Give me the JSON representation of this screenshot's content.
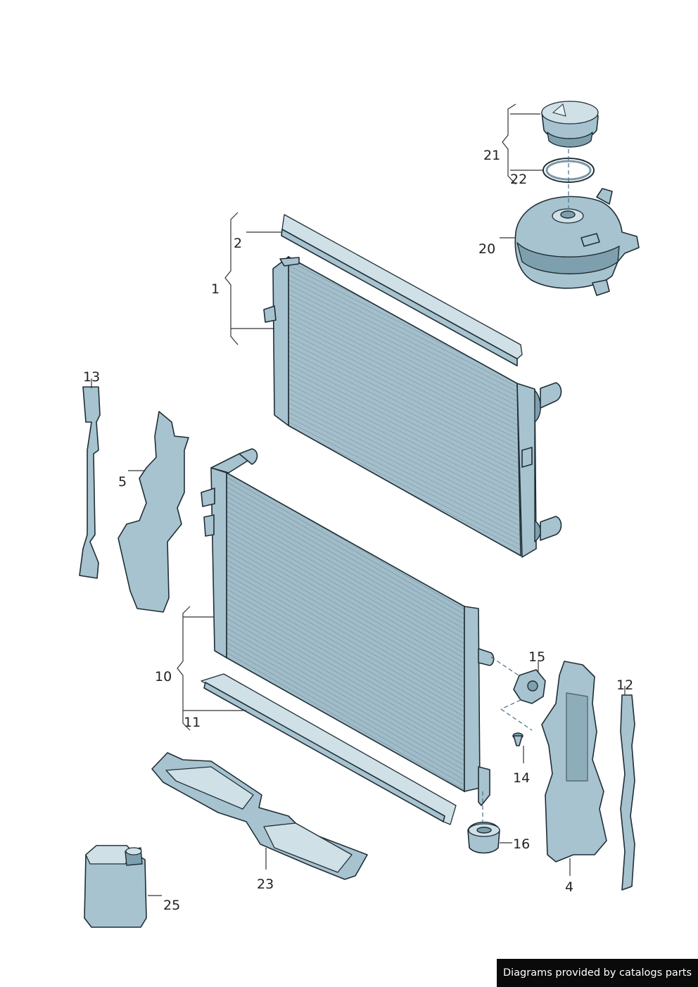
{
  "callouts": {
    "c1": "1",
    "c2": "2",
    "c4": "4",
    "c5": "5",
    "c10": "10",
    "c11": "11",
    "c12": "12",
    "c13": "13",
    "c14": "14",
    "c15": "15",
    "c16": "16",
    "c20": "20",
    "c21": "21",
    "c22": "22",
    "c23": "23",
    "c25": "25"
  },
  "footer": {
    "text": "Diagrams provided by catalogs parts"
  },
  "colors": {
    "part_fill": "#a7c3cf",
    "outline": "#1f2e36",
    "footer_bg": "#0a0a0a"
  }
}
